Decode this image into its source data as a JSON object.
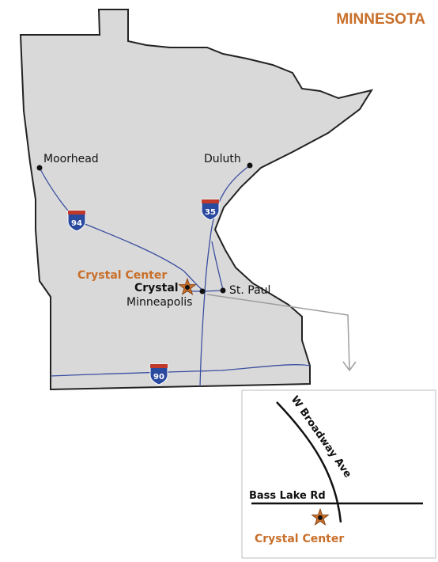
{
  "title": "MINNESOTA",
  "colors": {
    "title": "#c86f2a",
    "accent": "#c86f2a",
    "state_fill": "#d9d9d9",
    "state_stroke": "#222222",
    "highway": "#3b4fa0",
    "shield": "#2a4aa0",
    "inset_border": "#bdbdbd",
    "arrow": "#9e9e9e"
  },
  "cities": {
    "moorhead": "Moorhead",
    "duluth": "Duluth",
    "crystal": "Crystal",
    "minneapolis": "Minneapolis",
    "st_paul": "St. Paul"
  },
  "highways": {
    "i94": "94",
    "i35": "35",
    "i90": "90"
  },
  "marker": {
    "label": "Crystal Center",
    "icon": "star-icon"
  },
  "inset": {
    "street_diagonal": "W Broadway Ave",
    "street_horizontal": "Bass Lake Rd",
    "label": "Crystal Center"
  }
}
